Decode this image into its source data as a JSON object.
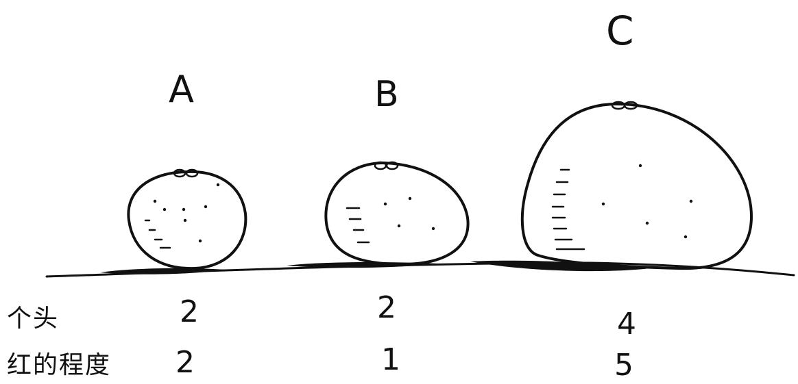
{
  "fruits": [
    {
      "label": "A",
      "size": "2",
      "redness": "2"
    },
    {
      "label": "B",
      "size": "2",
      "redness": "1"
    },
    {
      "label": "C",
      "size": "4",
      "redness": "5"
    }
  ],
  "rows": {
    "size_label": "个头",
    "redness_label": "红的程度"
  },
  "colors": {
    "ink": "#111111",
    "background": "#ffffff"
  }
}
